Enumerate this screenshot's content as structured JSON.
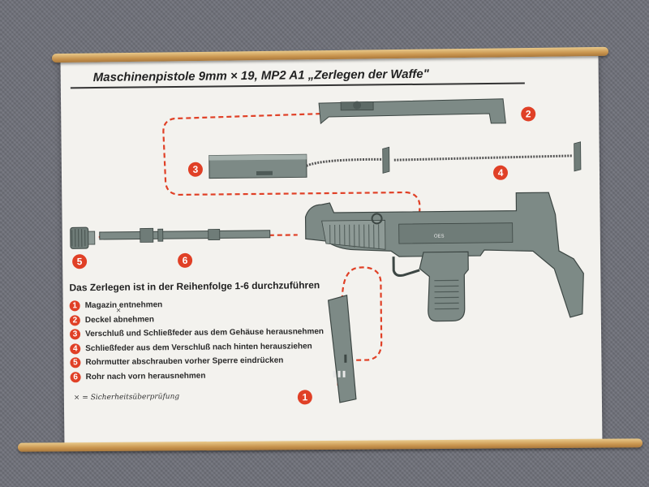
{
  "poster": {
    "title": "Maschinenpistole 9mm × 19, MP2 A1 „Zerlegen der Waffe\"",
    "heading": "Das Zerlegen ist in der Reihenfolge 1-6 durchzuführen",
    "steps": [
      {
        "num": "1",
        "text": "Magazin entnehmen"
      },
      {
        "num": "2",
        "text": "Deckel abnehmen"
      },
      {
        "num": "3",
        "text": "Verschluß und Schließfeder aus dem Gehäuse herausnehmen"
      },
      {
        "num": "4",
        "text": "Schließfeder aus dem Verschluß nach hinten herausziehen"
      },
      {
        "num": "5",
        "text": "Rohrmutter abschrauben vorher Sperre eindrücken"
      },
      {
        "num": "6",
        "text": "Rohr nach vorn herausnehmen"
      }
    ],
    "note": "× = Sicherheitsüberprüfung",
    "markers": {
      "m1": "1",
      "m2": "2",
      "m3": "3",
      "m4": "4",
      "m5": "5",
      "m6": "6"
    },
    "receiver_stamp": "OES",
    "accent_color": "#e04026",
    "part_color": "#7d8a86"
  }
}
